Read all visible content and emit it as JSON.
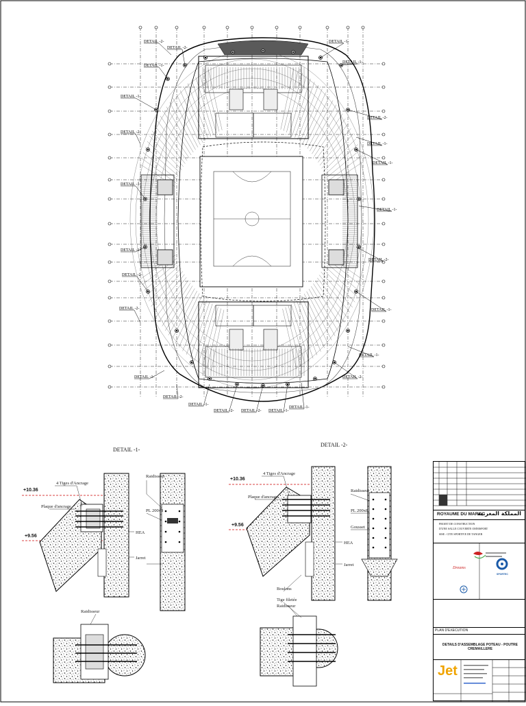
{
  "plan": {
    "callouts": [
      {
        "text": "DETAIL -2-"
      },
      {
        "text": "DETAIL -1-"
      },
      {
        "text": "DETAIL -1-"
      },
      {
        "text": "DETAIL -2-"
      },
      {
        "text": "DETAIL -1-"
      },
      {
        "text": "DETAIL -1-"
      },
      {
        "text": "DETAIL -2-"
      },
      {
        "text": "DETAIL -2-"
      },
      {
        "text": "DETAIL -1-"
      },
      {
        "text": "DETAIL -2-"
      },
      {
        "text": "DETAIL -1-"
      },
      {
        "text": "DETAIL -2-"
      },
      {
        "text": "DETAIL -2-"
      },
      {
        "text": "DETAIL -1-"
      },
      {
        "text": "DETAIL -1-"
      },
      {
        "text": "DETAIL -2-"
      },
      {
        "text": "DETAIL -1-"
      },
      {
        "text": "DETAIL -1-"
      },
      {
        "text": "DETAIL -2-"
      },
      {
        "text": "DETAIL -1-"
      },
      {
        "text": "DETAIL -1-"
      },
      {
        "text": "DETAIL -2-"
      },
      {
        "text": "DETAIL -1-"
      },
      {
        "text": "DETAIL -1-"
      },
      {
        "text": "DETAIL -1-"
      },
      {
        "text": "DETAIL -2-"
      }
    ]
  },
  "details": {
    "detail1_title": "DETAIL -1-",
    "detail2_title": "DETAIL -2-",
    "level_high": "+10.36",
    "level_low": "+9.56"
  },
  "title_block": {
    "country_fr": "ROYAUME DU MAROC",
    "country_ar": "المملكة المغربية",
    "project_line1": "PROJET DE CONSTRUCTION",
    "project_line2": "D'UNE SALLE COUVERTE OMNISPORT",
    "project_line3": "SISE : CITE SPORTIVE DE TANGER",
    "plan_type": "PLAN D'EXECUTION",
    "drawing_title": "DETAILS D'ASSEMBLAGE POTEAU - POUTRE CREMAILLERE",
    "logo_text": "Jet",
    "company_text": "SPORTEC"
  }
}
